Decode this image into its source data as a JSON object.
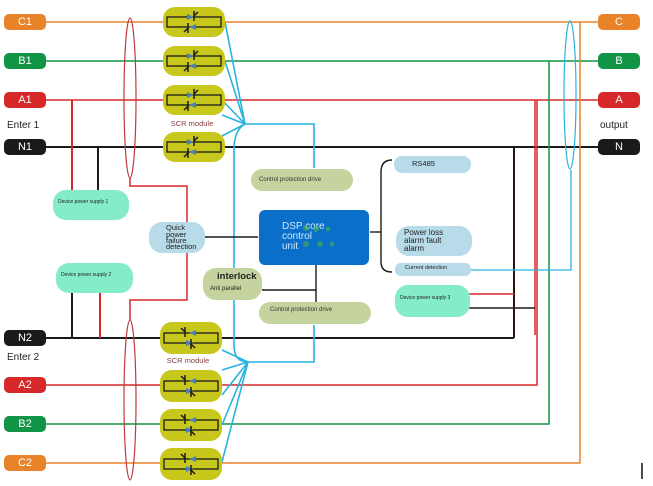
{
  "colors": {
    "phase_c": "#e8832a",
    "phase_b": "#129447",
    "phase_a": "#d62828",
    "neutral": "#1a1a1a",
    "control": "#29b3e0",
    "scr_module": "#c8c81c",
    "dsp_unit": "#0a6fc8",
    "light_blue_box": "#b7dbe8",
    "olive_box": "#c5d49e",
    "mint_box": "#85ecc8"
  },
  "input1": {
    "label": "Enter 1",
    "terminals": [
      "C1",
      "B1",
      "A1",
      "N1"
    ]
  },
  "input2": {
    "label": "Enter 2",
    "terminals": [
      "N2",
      "A2",
      "B2",
      "C2"
    ]
  },
  "output": {
    "label": "output",
    "terminals": [
      "C",
      "B",
      "A",
      "N"
    ]
  },
  "scr_module_label": "SCR module",
  "blocks": {
    "control_protection_drive_top": "Control protection drive",
    "control_protection_drive_bottom": "Control protection drive",
    "quick_power_failure_detection": [
      "Quick",
      "power",
      "failure",
      "detection"
    ],
    "dsp_core_control_unit": [
      "DSP core",
      "control",
      "unit"
    ],
    "interlock_title": "interlock",
    "interlock_sub": "Anti parallel",
    "rs485": "RS485",
    "power_loss_alarm": [
      "Power loss",
      "alarm fault",
      "alarm"
    ],
    "current_detection": "Current detection",
    "device_power_supply_1": "Device power supply 1",
    "device_power_supply_2": "Device power supply 2",
    "device_power_supply_3": "Device power supply 3"
  }
}
